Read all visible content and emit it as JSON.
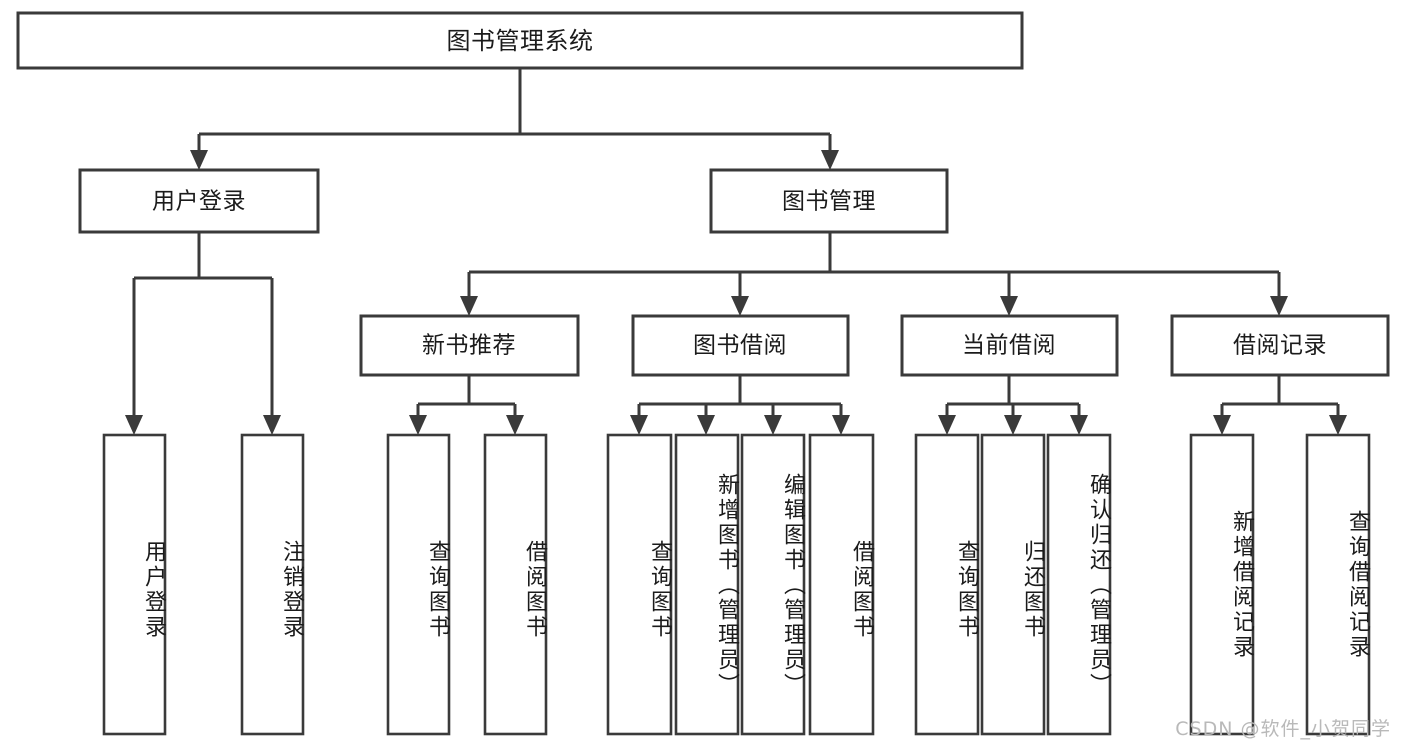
{
  "diagram": {
    "title": "图书管理系统",
    "type": "tree-hierarchy-chart",
    "watermark": "CSDN @软件_小贺同学",
    "colors": {
      "box_stroke": "#3a3a3a",
      "box_fill": "#ffffff",
      "text": "#1b1b1b",
      "connector": "#3a3a3a",
      "watermark": "#b9b9b9",
      "background": "#ffffff"
    },
    "root": {
      "label": "图书管理系统"
    },
    "level2": [
      {
        "label": "用户登录"
      },
      {
        "label": "图书管理"
      }
    ],
    "level3": [
      {
        "label": "新书推荐"
      },
      {
        "label": "图书借阅"
      },
      {
        "label": "当前借阅"
      },
      {
        "label": "借阅记录"
      }
    ],
    "leaves": {
      "user_login": [
        {
          "label": "用户登录"
        },
        {
          "label": "注销登录"
        }
      ],
      "new_book_recommend": [
        {
          "label": "查询图书"
        },
        {
          "label": "借阅图书"
        }
      ],
      "book_borrow": [
        {
          "label": "查询图书"
        },
        {
          "label": "新增图书（管理员）"
        },
        {
          "label": "编辑图书（管理员）"
        },
        {
          "label": "借阅图书"
        }
      ],
      "current_borrow": [
        {
          "label": "查询图书"
        },
        {
          "label": "归还图书"
        },
        {
          "label": "确认归还（管理员）"
        }
      ],
      "borrow_record": [
        {
          "label": "新增借阅记录"
        },
        {
          "label": "查询借阅记录"
        }
      ]
    }
  }
}
